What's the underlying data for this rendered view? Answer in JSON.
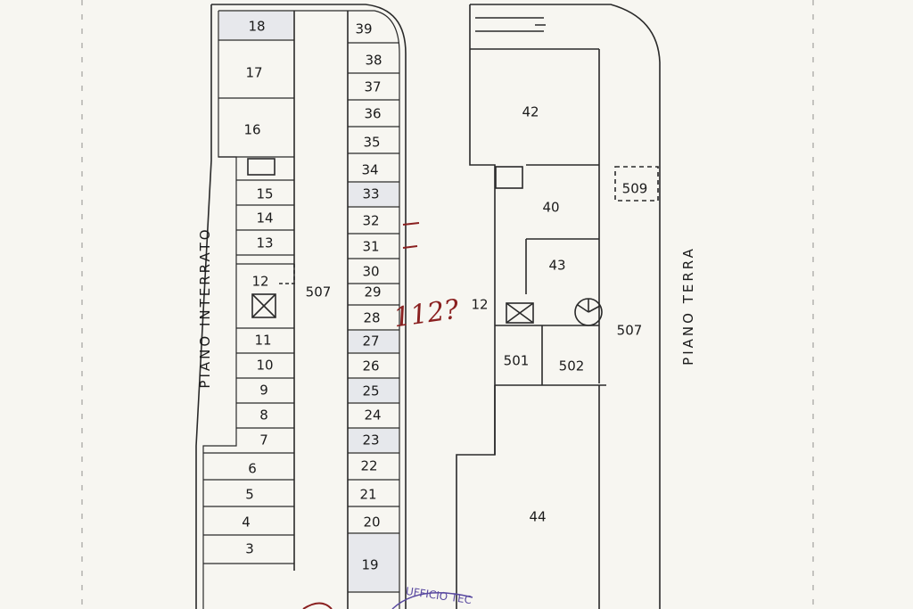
{
  "left_plan": {
    "floor_label": "PIANO INTERRATO",
    "units": [
      "18",
      "17",
      "16",
      "15",
      "14",
      "13",
      "12",
      "11",
      "10",
      "9",
      "8",
      "7",
      "6",
      "5",
      "4",
      "3",
      "39",
      "38",
      "37",
      "36",
      "35",
      "34",
      "33",
      "32",
      "31",
      "30",
      "29",
      "28",
      "27",
      "26",
      "25",
      "24",
      "23",
      "22",
      "21",
      "20",
      "19"
    ],
    "corridor_label": "507"
  },
  "right_plan": {
    "floor_label": "PIANO TERRA",
    "units": [
      "42",
      "40",
      "43",
      "12",
      "507",
      "501",
      "502",
      "44",
      "509"
    ]
  },
  "annotations": {
    "handwritten": "112?",
    "stamp": "UFFICIO TEC"
  },
  "colors": {
    "line": "#2a2a2a",
    "shaded": "#dfe3ea",
    "annotation": "#8a2020",
    "stamp": "#5a4aa0"
  }
}
